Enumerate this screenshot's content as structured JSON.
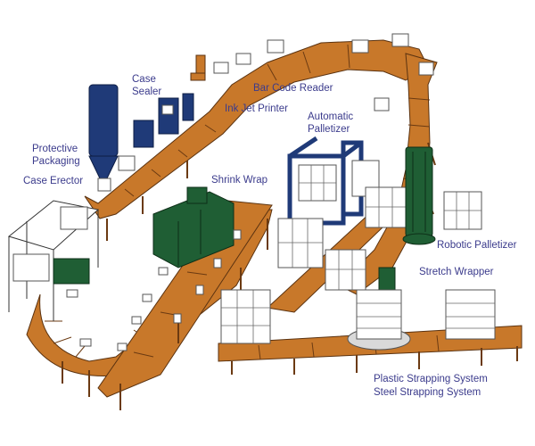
{
  "labels": {
    "case_sealer": "Case\nSealer",
    "protective_packaging": "Protective\nPackaging",
    "case_erector": "Case Erector",
    "ink_jet_printer": "Ink Jet Printer",
    "bar_code_reader": "Bar Code Reader",
    "automatic_palletizer": "Automatic\nPalletizer",
    "shrink_wrap": "Shrink Wrap",
    "robotic_palletizer": "Robotic Palletizer",
    "stretch_wrapper": "Stretch Wrapper",
    "plastic_strapping": "Plastic Strapping System",
    "steel_strapping": "Steel Strapping System"
  },
  "colors": {
    "conveyor": "#c8782a",
    "machine_blue": "#1f3a78",
    "machine_green": "#1f5e34",
    "label_text": "#3b3b8c"
  }
}
